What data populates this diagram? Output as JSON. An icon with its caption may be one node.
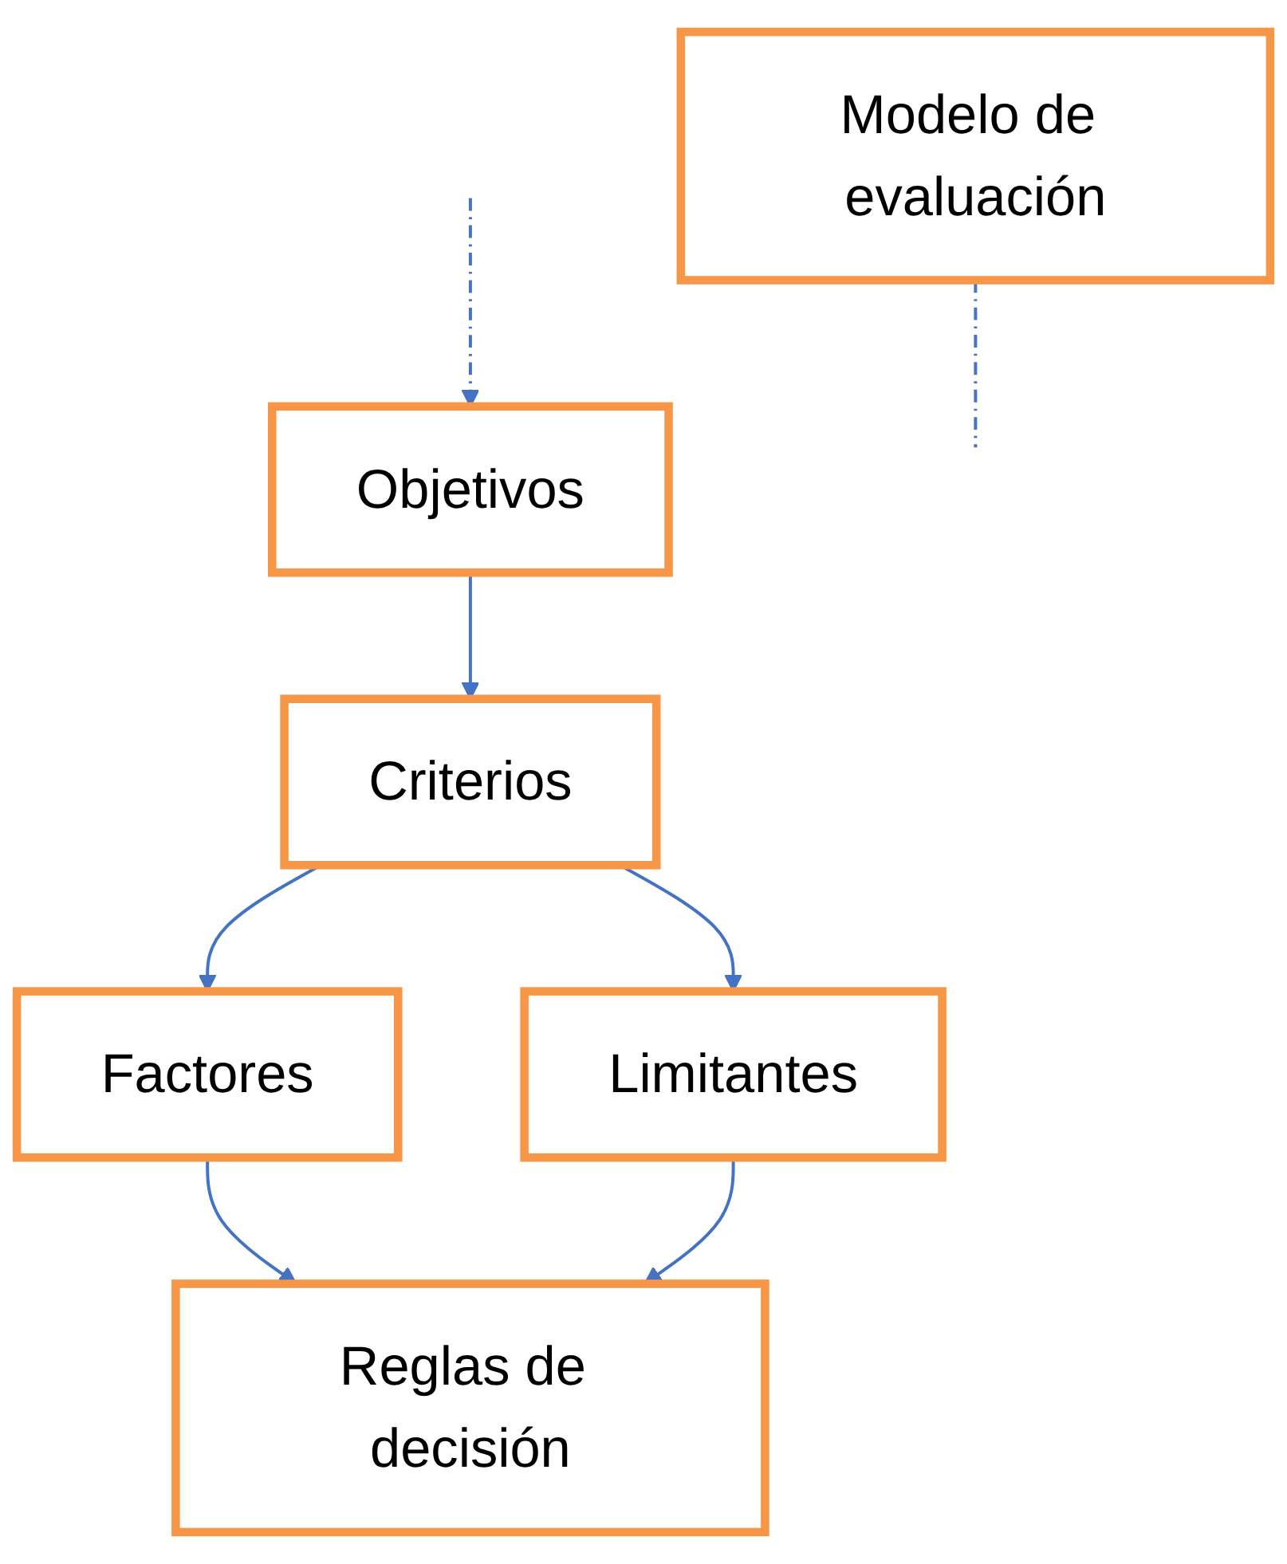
{
  "diagram": {
    "nodes": [
      {
        "text": [
          "Objetivos"
        ]
      },
      {
        "text": [
          "Criterios"
        ]
      },
      {
        "text": [
          "Factores"
        ]
      },
      {
        "text": [
          "Limitantes"
        ]
      },
      {
        "text": [
          "Reglas de decisión"
        ]
      },
      {
        "text": [
          "Modelo de evaluación"
        ]
      }
    ],
    "edges": [
      {
        "from": null,
        "to": 0,
        "arrow": "to",
        "style": "dashed"
      },
      {
        "from": 0,
        "to": 1,
        "arrow": "to"
      },
      {
        "from": 1,
        "to": 2,
        "arrow": "to"
      },
      {
        "from": 1,
        "to": 3,
        "arrow": "to"
      },
      {
        "from": 2,
        "to": 4,
        "arrow": "to"
      },
      {
        "from": 3,
        "to": 4,
        "arrow": "to"
      },
      {
        "from": 5,
        "to": null,
        "arrow": "none",
        "style": "dashed"
      }
    ]
  }
}
